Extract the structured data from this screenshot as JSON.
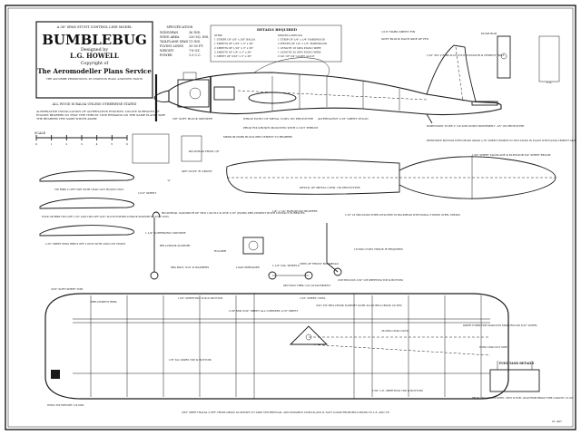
{
  "title_block": {
    "header": "A 36\" SPAN STUNT CONTROL LINE MODEL",
    "title": "BUMBLEBUG",
    "designed_by_label": "Designed by",
    "designer": "L.G. HOWELL",
    "copyright_label": "Copyright of",
    "service": "The Aeromodeller Plans Service",
    "address": "THE ADCOMBE PROMOTIONS, 38 LEIGHTON ROAD, ANDOVER, HANTS",
    "footer": "ALL WOOD IS BALSA UNLESS OTHERWISE STATED"
  },
  "spec_table": {
    "heading": "SPECIFICATION",
    "rows": [
      {
        "label": "WINGSPAN",
        "value": "36 INS."
      },
      {
        "label": "WING AREA",
        "value": "230 SQ. INS."
      },
      {
        "label": "TAILPLANE SPAN",
        "value": "11 INS."
      },
      {
        "label": "FLYING LINES",
        "value": "35-50 FT."
      },
      {
        "label": "WEIGHT",
        "value": "7-8 OZ."
      },
      {
        "label": "POWER",
        "value": "1.5 C.C."
      }
    ]
  },
  "details_box": {
    "heading": "DETAILS REQUIRED",
    "col1": [
      "STRIP",
      "1 STRIPS OF 1/8\" x 3/8\" BALSA",
      "1 SHEETS OF 1/32\" x 3\" x 36\"",
      "2 SHEETS OF 1/16\" x 3\" x 36\"",
      "2 SHEETS OF 1/8\" x 3\" x 36\"",
      "1 SHEET OF 3/16\" x 3\" x 36\""
    ],
    "col2": [
      "MISCELLANEOUS",
      "1 STRIP OF 1/4\" x 1/4\" HARDWOOD",
      "2 PIECES OF 1/4\" x 1/2\" HARDWOOD",
      "1 LENGTH 18 SWG PIANO WIRE",
      "1 LENGTH 20 SWG PIANO WIRE",
      "2 OZ. OF 3/4\" LIGHT ALLOY"
    ]
  },
  "notes": {
    "alt_installation": "ALTERNATIVE INSTALLATION OF ALTERNATIVE ENGINES. LOCATE SURFACES OF ENGINE BEARERS SO THAT THE THRUST LINE REMAINS ON THE SAME PLANE. SIZE THE BEARERS THE SAME WIDTH APART.",
    "spinner_note": "5/8\" SOFT BLOCK SPINNER",
    "engine_mount": "HINGE POINT OF METAL COWL ON PROTOTYPE",
    "prop_note": "PROP. FIX SHOWN MOUNTED WITH 2 OUT THRUST",
    "tank_note": "ALTERNATIVE 1/16\" SHEET PYLON",
    "hard_sheet": "1/16\" HARD SHEET FIN",
    "soft_block": "SOFT BLOCK EACH SIDE OF FIN",
    "fin_note": "1/16\" PLY 2 RIBS SLOT INTO ELEVATOR & CEMENT WELL",
    "push_rod": "PUSH ROD",
    "cg_sheet": "C.G.",
    "dim_note": "DIMENSION TO BE 2\" UP AND DOWN MOVEMENT - 45° ON PROTOTYPE",
    "reinforce": "REINFORCE BOTTOM WITH CROSS GRAIN 1/16\" SHEET CEMENT IN TWO TACKS IN PLACE WITH GOOD CEMENT SKIN",
    "tailplane": "1/16\" SHEET TAILPLANE & ELEVATOR 3/4\" SHEET BELOW",
    "cowl_detail": "DETAIL OF METAL COWL ON PROTOTYPE",
    "label_a": "'A'",
    "sheet_label": "1/16\" SHEET",
    "see_note": "SEE NOTE 'B' ABOVE",
    "bulkhead": "BULKHEAD FROM 1/8\"",
    "medium_hard": "MEDIUM HARD BLOCK PRE-CEMENT TO BEARERS",
    "tip_ribs": "TIP RIBS 2 OFF ONE WITH LEAD OUT HOLES ONLY",
    "front_rib": "FOCK OR RIBS TWO OFF 1/16\" AND TWO OFF 3/32\" SLOTS FOR BELLCRANK SUPPORT IN 3/32\" ONLY",
    "wing_tip": "1/16\" SHEET WING RIBS 8 OFF 2 ONLY WITH LEAD OUT HOLES",
    "bulkhead_note": "BULKHEAD: SANDWICH OF TWO 1/32 PLY & ONE 1/16\" (HARD) PRE-CEMENT BOTH CONTACT SURFACES",
    "hardwood": "1/4\" x 1/4\" HARDWOOD BEARERS",
    "piano_wire": "1/16\" 18 SWG PIANO WIRE ATTACHED TO BULKHEAD WITH SMALL TINNED STEEL STRAPS",
    "spinner_label": "1-1/4\" SUPERSONIC SPINNER",
    "bellcrank": "BELLCRANK SUPPORT",
    "holder": "HOLDER",
    "bolt": "8BA BOLT, NUT & WASHERS",
    "load_spreader": "LOAD SPREADER",
    "wheels": "1-1/4\" DIA. WHEELS",
    "front_bulkhead": "VIEW OF FRONT BULKHEAD",
    "section_thru": "SECTION THRU U/C ATTACHMENT",
    "cowl_sheet": "1/16\" SHEET COWL",
    "spring": "18 SWG COWL HINGE IF REQUIRED",
    "continuous": "CONTINUOUS 1/32\" C/B SHEETING TOP & BOTTOM",
    "wing_sheet": "3/16\" SOFT SHEET TIPS",
    "pre_cement": "PRE-CEMENT RIBS",
    "sheeting": "1/16\" SHEETING TOP & BOTTOM",
    "crossgrain": "2 OF 6SW 3/32\" SHEET ALL CORNERS 1/16\" SHEET",
    "bellcrank_support": "3/32\" PLY BELLCRANK SUPPORT LIGHT ALLOY BELLCRANK 1/8 TPIC",
    "lead_outs": "26 SWG LEAD OUTS",
    "spar": "1/8\" SQ. SPARS TOP & BOTTOM",
    "leadout_tubes": "PAPER TUBES FOR LEADOUTS MADE ROUND 3/32\" DOWEL",
    "wing_lead": "WING LEAD OUT SIDE",
    "fuel_tank": "FUEL TANK DETAILS",
    "tank_body": "FROM THIN TINNED STEEL. VENT & FUEL LEAD FROM BRASS TUBE CAPACITY 1/2 OZ.",
    "tip_weight": "WING TIP WEIGHT 1/4 OZS.",
    "trailing_sheet": "1/32\" L.E. SHEETING TOP & BOTTOM",
    "bottom_note": "3/32\" SHEET BALSA 2 OFF CROSS GRAIN AS SHOWN TO TAKE CENTRIFUGAL AND POSSIBLE LINES SLACK & TAUT LOADS FROM BELLCRANK TO L.E. AND T.E.",
    "sheet_no": "CL 407"
  },
  "scale": {
    "label": "SCALE",
    "ticks": [
      "0",
      "1",
      "2",
      "3",
      "4",
      "5",
      "6"
    ]
  }
}
